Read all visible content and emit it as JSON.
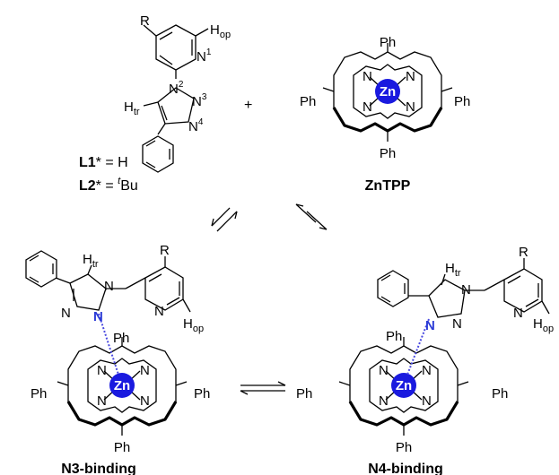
{
  "labels": {
    "ph": "Ph",
    "n": "N",
    "zn": "Zn",
    "r": "R",
    "h": "H",
    "sub_op": "op",
    "sub_tr": "tr",
    "l1_name": "L1",
    "l1_rest": "* = H",
    "l2_name": "L2",
    "l2_rest": "* = ",
    "l2_sup": "t",
    "l2_tail": "Bu",
    "plus": "+",
    "zntpp": "ZnTPP",
    "n3_binding": "N3-binding",
    "n4_binding": "N4-binding",
    "num1": "1",
    "num2": "2",
    "num3": "3",
    "num4": "4"
  },
  "colors": {
    "zinc": "#1a1adf",
    "coordination": "#4a4ae0"
  }
}
